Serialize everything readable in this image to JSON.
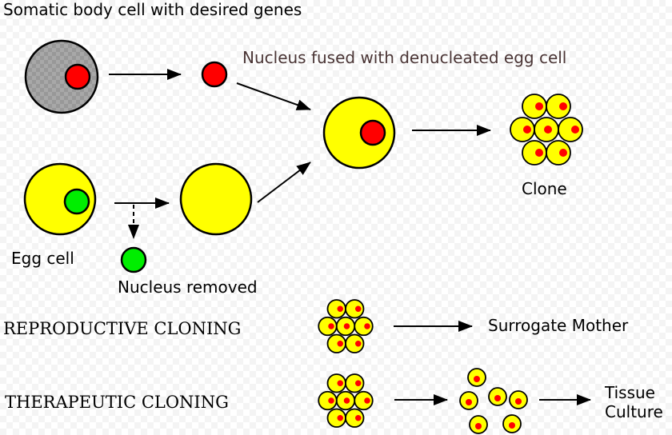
{
  "labels": {
    "somatic": "Somatic body cell with desired genes",
    "fused": "Nucleus fused with denucleated egg cell",
    "clone": "Clone",
    "egg": "Egg cell",
    "removed": "Nucleus removed",
    "reproductive": "REPRODUCTIVE CLONING",
    "surrogate": "Surrogate Mother",
    "therapeutic": "THERAPEUTIC CLONING",
    "tissue_line1": "Tissue",
    "tissue_line2": "Culture"
  },
  "colors": {
    "cell_fill": "#ffff00",
    "nucleus_red": "#ff0000",
    "nucleus_green": "#00ee00",
    "somatic_gray": "#aaaaaa",
    "fused_text": "#4a3535"
  }
}
